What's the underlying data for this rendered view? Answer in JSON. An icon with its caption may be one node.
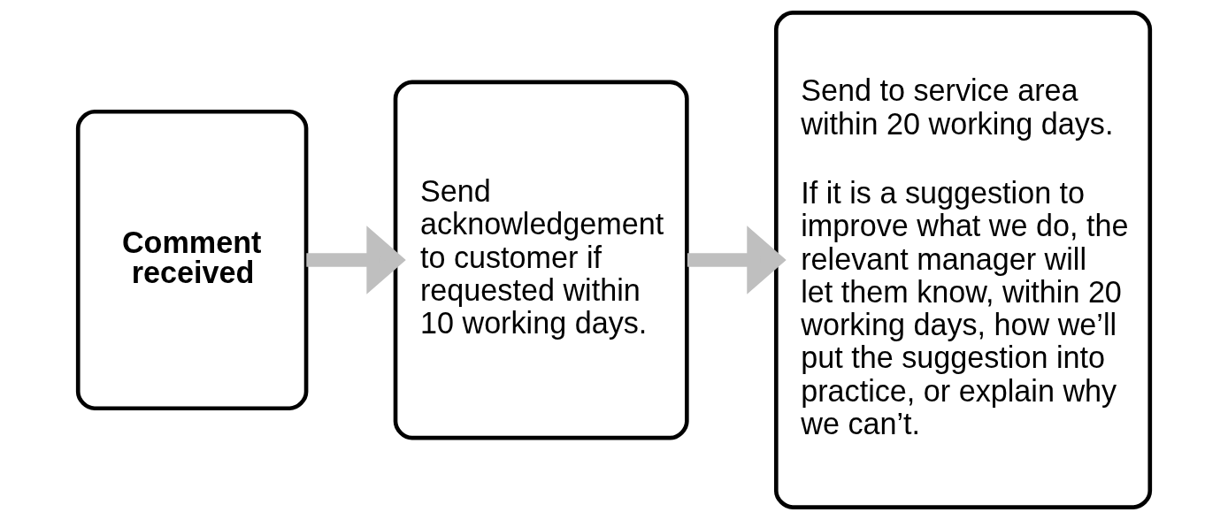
{
  "diagram": {
    "nodes": [
      {
        "text": [
          "Comment received"
        ]
      },
      {
        "text": [
          "Send acknowledgement to customer if requested within 10 working days."
        ]
      },
      {
        "text": [
          "Send to service area within 20 working days.",
          "If it is a suggestion to improve what we do, the relevant manager will let them know, within 20 working days, how we’ll put the suggestion into practice, or explain why we can’t."
        ]
      }
    ],
    "edges": [
      {
        "from": 0,
        "to": 1,
        "arrow": "to"
      },
      {
        "from": 1,
        "to": 2,
        "arrow": "to"
      }
    ]
  }
}
